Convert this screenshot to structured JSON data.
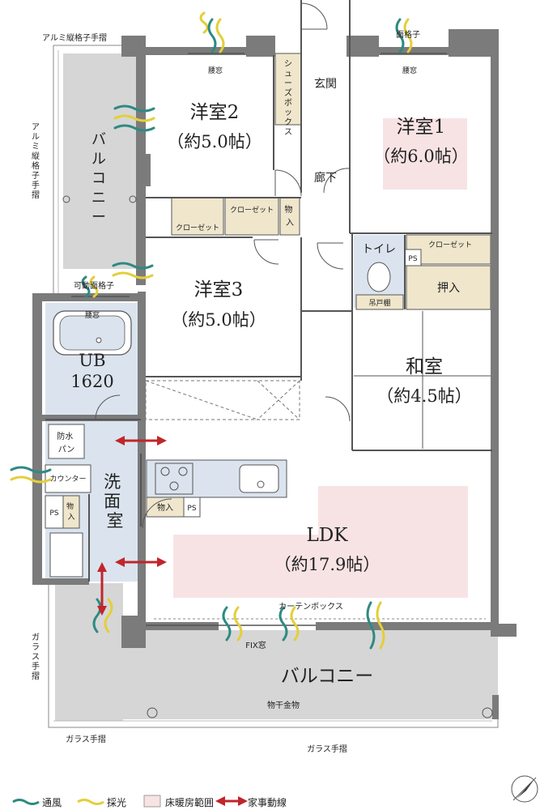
{
  "rooms": {
    "western2": {
      "name": "洋室2",
      "size": "（約5.0帖）"
    },
    "western1": {
      "name": "洋室1",
      "size": "（約6.0帖）"
    },
    "western3": {
      "name": "洋室3",
      "size": "（約5.0帖）"
    },
    "japanese": {
      "name": "和室",
      "size": "（約4.5帖）"
    },
    "ldk": {
      "name": "LDK",
      "size": "（約17.9帖）"
    },
    "ub": {
      "name": "UB",
      "size": "1620"
    },
    "washroom": {
      "name": "洗面室"
    }
  },
  "labels": {
    "balcony_left": "バルコニー",
    "balcony_bottom": "バルコニー",
    "entrance": "玄関",
    "hallway": "廊下",
    "toilet": "トイレ",
    "shoe_box": "シューズボックス",
    "closet": "クローゼット",
    "storage": "物入",
    "oshiire": "押入",
    "tsuri": "吊戸棚",
    "ps": "PS",
    "counter": "カウンター",
    "bouzui": "防水パン",
    "koshimado": "腰窓",
    "menkoshi": "面格子",
    "kadou_menkoshi": "可動面格子",
    "alumi_rail_top": "アルミ縦格子手摺",
    "alumi_rail_side": "アルミ縦格子手摺",
    "glass_rail_side": "ガラス手摺",
    "glass_rail_bottom_left": "ガラス手摺",
    "glass_rail_bottom": "ガラス手摺",
    "curtain_box": "カーテンボックス",
    "fix_window": "FIX窓",
    "monohoshi": "物干金物"
  },
  "legend": [
    {
      "label": "通風",
      "color": "#2e8a82"
    },
    {
      "label": "採光",
      "color": "#e3cf3a"
    },
    {
      "label": "床暖房範囲",
      "color": "#f8e3e4"
    },
    {
      "label": "家事動線",
      "color": "#c0262a"
    }
  ],
  "colors": {
    "wall": "#7b7b7b",
    "floorheat": "#f8e3e4",
    "wet": "#dbe4ee",
    "storage": "#efe6cc",
    "balcony": "#d6d6d6",
    "wind": "#2e8a82",
    "light": "#e3cf3a",
    "arrow": "#c0262a"
  }
}
